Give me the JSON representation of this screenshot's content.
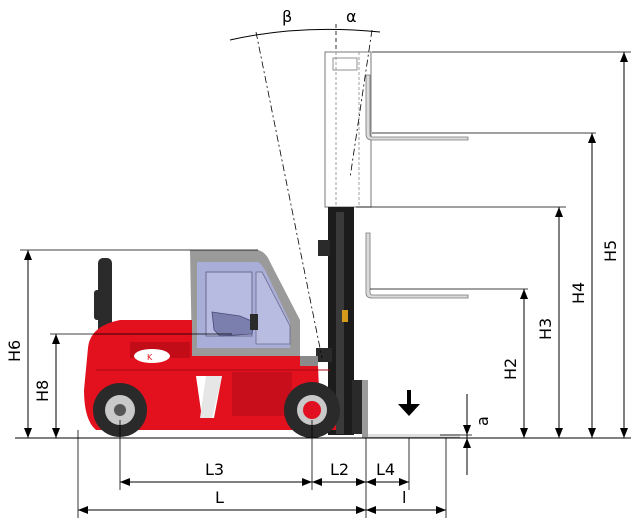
{
  "labels": {
    "beta": "β",
    "alpha": "α",
    "H5": "H5",
    "H4": "H4",
    "H3": "H3",
    "H2": "H2",
    "H6": "H6",
    "H8": "H8",
    "a": "a",
    "L3": "L3",
    "L2": "L2",
    "L4": "L4",
    "L": "L",
    "l": "l"
  },
  "colors": {
    "body_red": "#e3101e",
    "body_dark_red": "#b00a14",
    "cab_glass": "#a9aed8",
    "cab_grey": "#9a9a9a",
    "mast_black": "#1c1c1c",
    "tyre": "#2a2a2a",
    "rim": "#c9c9c9",
    "hub": "#e01020",
    "seat": "#7a7fae"
  },
  "icons": {
    "load_arrow": "down-arrow-icon",
    "brand_logo": "kalmar-logo-icon"
  }
}
